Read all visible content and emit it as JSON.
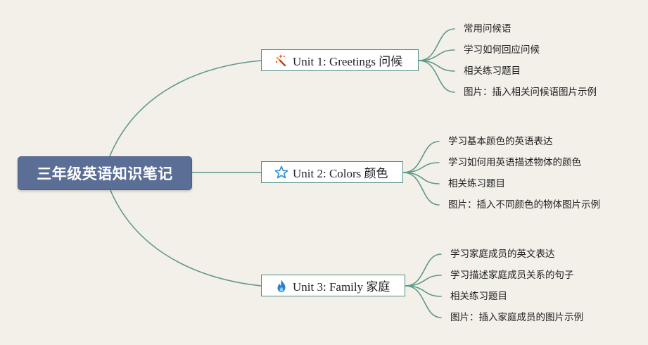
{
  "root": {
    "label": "三年级英语知识笔记"
  },
  "units": [
    {
      "label": "Unit 1: Greetings 问候",
      "icon": "magic-wand-icon",
      "items": [
        "常用问候语",
        "学习如何回应问候",
        "相关练习题目",
        "图片：插入相关问候语图片示例"
      ]
    },
    {
      "label": "Unit 2: Colors 颜色",
      "icon": "star-icon",
      "items": [
        "学习基本颜色的英语表达",
        "学习如何用英语描述物体的颜色",
        "相关练习题目",
        "图片：插入不同颜色的物体图片示例"
      ]
    },
    {
      "label": "Unit 3: Family 家庭",
      "icon": "flame-icon",
      "items": [
        "学习家庭成员的英文表达",
        "学习描述家庭成员关系的句子",
        "相关练习题目",
        "图片：插入家庭成员的图片示例"
      ]
    }
  ],
  "colors": {
    "link": "#5d9a8b",
    "root": "#5b6f96",
    "unit_border": "#4d8f83"
  }
}
